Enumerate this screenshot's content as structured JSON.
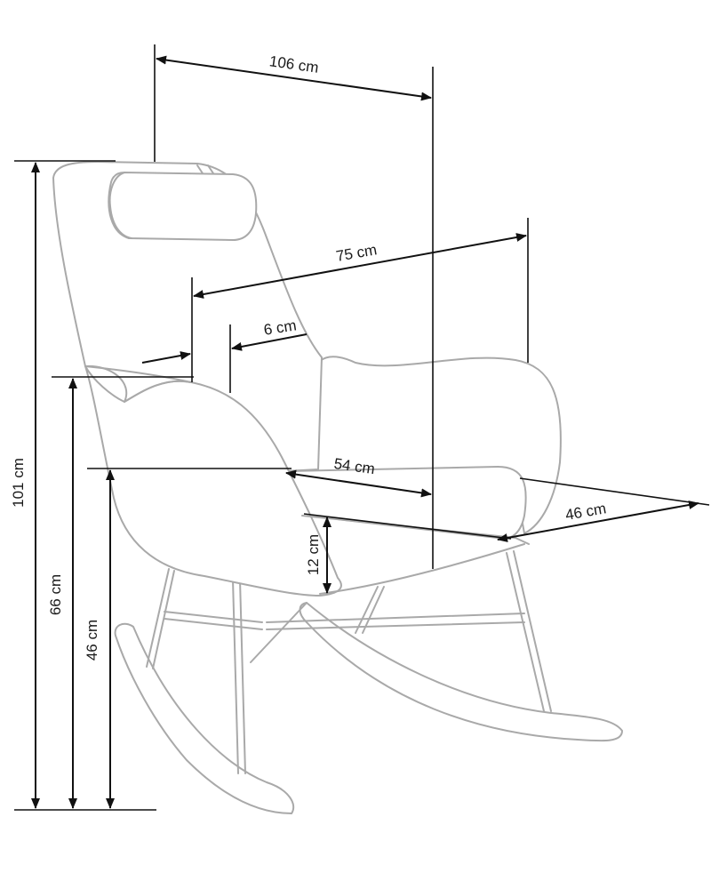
{
  "dimensions": {
    "total_width": "106 cm",
    "armrest_width": "75 cm",
    "armrest_thickness": "6 cm",
    "seat_width": "54 cm",
    "seat_depth": "46 cm",
    "seat_thickness": "12 cm",
    "total_height": "101 cm",
    "armrest_height": "66 cm",
    "seat_height": "46 cm"
  },
  "colors": {
    "chair_outline": "#a9a9a9",
    "dimension_lines": "#111111"
  }
}
